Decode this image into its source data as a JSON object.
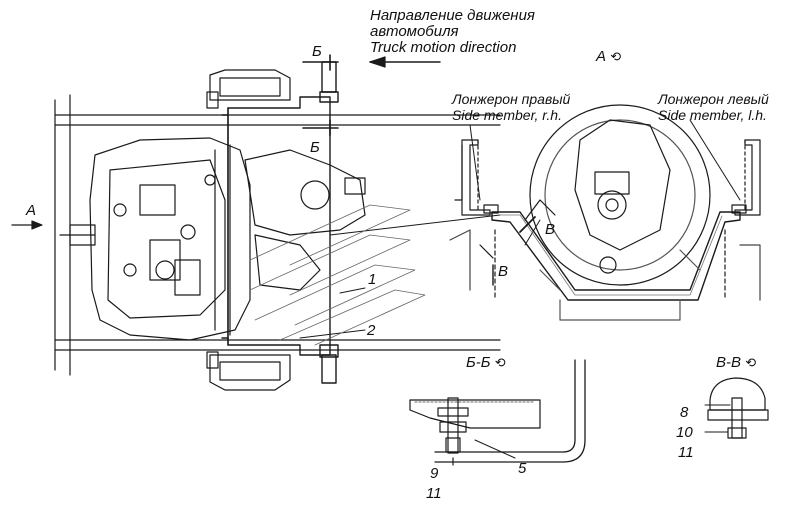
{
  "motion_direction": {
    "line1": "Направление движения",
    "line2": "автомобиля",
    "line3": "Truck motion direction"
  },
  "view_a": {
    "label": "А",
    "symbol": "⟲"
  },
  "arrow_a": {
    "label": "А"
  },
  "section_b": {
    "top_label": "Б",
    "bottom_label": "Б"
  },
  "side_member_right": {
    "ru": "Лонжерон правый",
    "en": "Side member, r.h."
  },
  "side_member_left": {
    "ru": "Лонжерон левый",
    "en": "Side member, l.h."
  },
  "cut_v": {
    "label1": "В",
    "label2": "В"
  },
  "view_bb": {
    "title": "Б-Б",
    "symbol": "⟲"
  },
  "view_vv": {
    "title": "В-В",
    "symbol": "⟲"
  },
  "callouts": {
    "c1": "1",
    "c2": "2",
    "c5": "5",
    "c8": "8",
    "c9": "9",
    "c10": "10",
    "c11a": "11",
    "c11b": "11"
  }
}
